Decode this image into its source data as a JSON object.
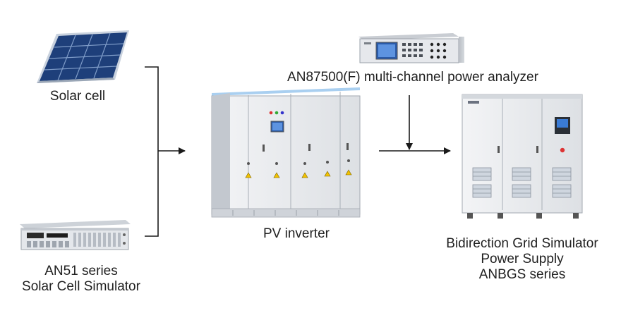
{
  "labels": {
    "solar_cell": "Solar cell",
    "solar_simulator_line1": "AN51 series",
    "solar_simulator_line2": "Solar Cell Simulator",
    "power_analyzer": "AN87500(F) multi-channel power analyzer",
    "pv_inverter": "PV inverter",
    "grid_simulator_line1": "Bidirection Grid Simulator",
    "grid_simulator_line2": "Power Supply",
    "grid_simulator_line3": "ANBGS series"
  },
  "colors": {
    "line": "#1a1a1a",
    "cabinet": "#e9ebee",
    "cabinet_shadow": "#c7cbd0",
    "panel_cell": "#1e3f7a",
    "panel_frame": "#c9d2de",
    "screen": "#3a7bd5",
    "warning": "#f2c200",
    "grid_vent": "#cfd6df"
  },
  "icons": {
    "solar_panel": "solar-panel-icon",
    "rack_instrument": "rack-instrument-icon",
    "power_analyzer": "power-analyzer-icon",
    "inverter_cabinet": "inverter-cabinet-icon",
    "grid_simulator_cabinet": "grid-simulator-cabinet-icon"
  }
}
